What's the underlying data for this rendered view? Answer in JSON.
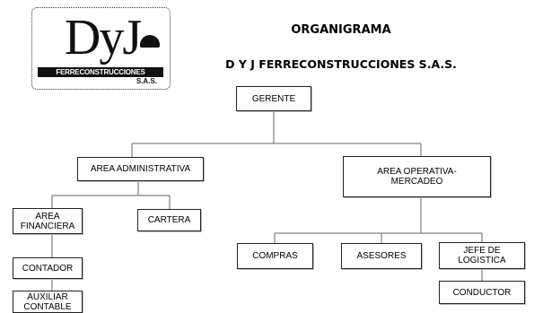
{
  "header": {
    "title": "ORGANIGRAMA",
    "company": "D Y J FERRECONSTRUCCIONES S.A.S."
  },
  "logo": {
    "mark": "DyJ",
    "band_text": "FERRECONSTRUCCIONES",
    "suffix": "S.A.S."
  },
  "org": {
    "gerente": "GERENTE",
    "area_administrativa": "AREA ADMINISTRATIVA",
    "area_operativa": "AREA OPERATIVA-\nMERCADEO",
    "area_financiera": "AREA\nFINANCIERA",
    "cartera": "CARTERA",
    "contador": "CONTADOR",
    "auxiliar_contable": "AUXILIAR\nCONTABLE",
    "compras": "COMPRAS",
    "asesores": "ASESORES",
    "jefe_logistica": "JEFE DE\nLOGISTICA",
    "conductor": "CONDUCTOR"
  }
}
